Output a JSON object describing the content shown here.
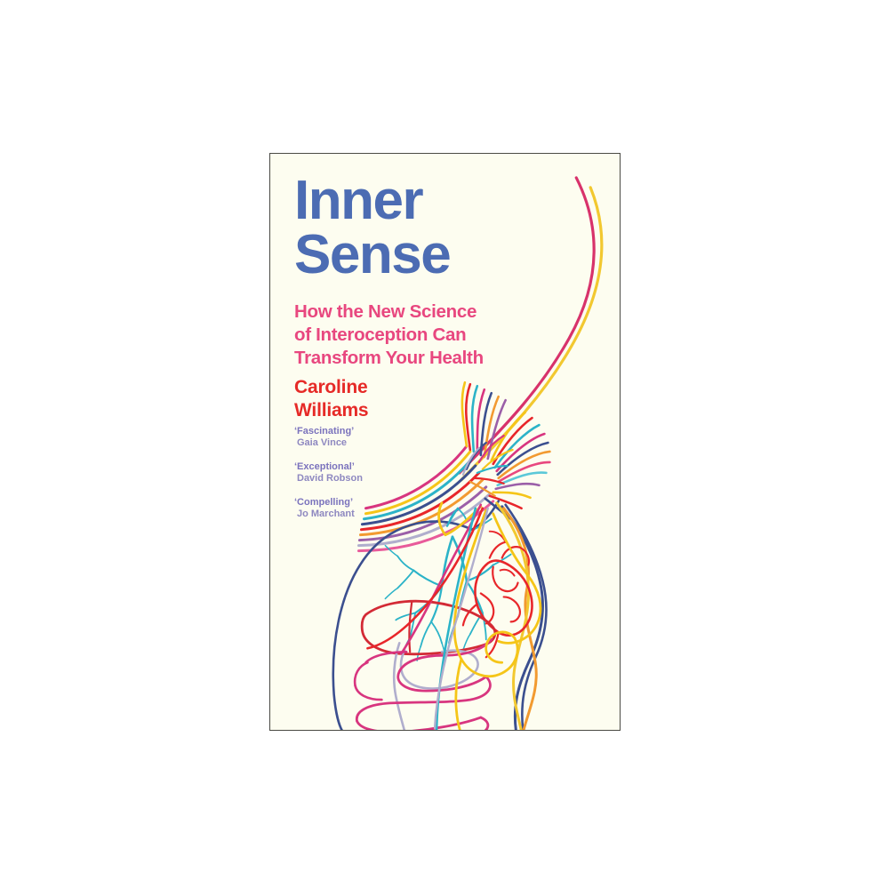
{
  "page": {
    "background_color": "#ffffff",
    "type": "book-cover-product-image"
  },
  "cover": {
    "background_color": "#fdfdf0",
    "border_color": "#4a4a44",
    "title_lines": [
      "Inner",
      "Sense"
    ],
    "title_color": "#4c6cb3",
    "subtitle_lines": [
      "How the New Science",
      "of Interoception Can",
      "Transform Your Health"
    ],
    "subtitle_color": "#e8477f",
    "author_lines": [
      "Caroline",
      "Williams"
    ],
    "author_color": "#e62a27",
    "blurbs": [
      {
        "quote": "‘Fascinating’",
        "source": "Gaia Vince"
      },
      {
        "quote": "‘Exceptional’",
        "source": "David Robson"
      },
      {
        "quote": "‘Compelling’",
        "source": "Jo Marchant"
      }
    ],
    "blurb_quote_color": "#7b73bd",
    "blurb_source_color": "#8e88c0"
  },
  "illustration": {
    "description": "Line-art human torso in profile with colourful nerve fibres fanning out from the head, internal organs drawn as single continuous lines",
    "body_outline_color": "#3b4f8f",
    "elements": [
      {
        "name": "nerve-fan",
        "label": "brain nerve bundle"
      },
      {
        "name": "lungs",
        "label": "bronchial tree",
        "color": "#2bb3c8"
      },
      {
        "name": "heart",
        "label": "heart",
        "color": "#e8262a"
      },
      {
        "name": "liver",
        "label": "liver",
        "color": "#d32a35"
      },
      {
        "name": "intestines",
        "label": "intestines",
        "color": "#d8357f"
      },
      {
        "name": "stomach",
        "label": "stomach",
        "color": "#b0aecd"
      },
      {
        "name": "vagus-nerve-yellow",
        "label": "vagus nerve",
        "color": "#f5c518"
      },
      {
        "name": "spine-strands",
        "label": "spinal cord strands",
        "color": "#3b4f8f"
      },
      {
        "name": "sweep-curve-pink",
        "label": "pink sweep curve",
        "color": "#d8326b"
      },
      {
        "name": "sweep-curve-yellow",
        "label": "yellow sweep curve",
        "color": "#f2c830"
      }
    ],
    "palette": [
      "#e8262a",
      "#d8357f",
      "#e8477f",
      "#f5c518",
      "#f29a30",
      "#2bb3c8",
      "#3b4f8f",
      "#7b73bd",
      "#b0aecd",
      "#d32a35",
      "#4c6cb3",
      "#e85a9a",
      "#f2c830",
      "#5bc8d8",
      "#9b5fa8"
    ]
  }
}
